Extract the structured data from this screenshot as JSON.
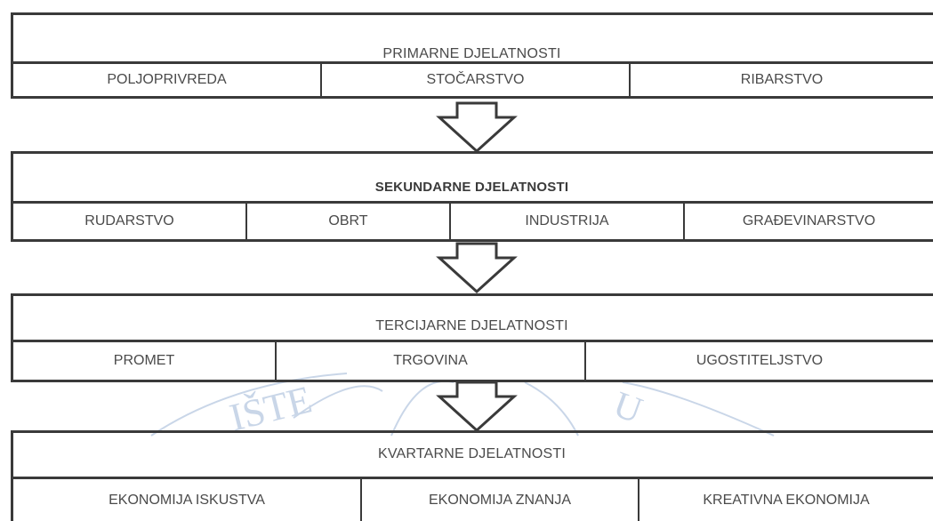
{
  "watermark": {
    "letters_left": "IŠTE",
    "letters_right": "U",
    "color": "#c9d6e8"
  },
  "levels": [
    {
      "title": "PRIMARNE DJELATNOSTI",
      "items": [
        "POLJOPRIVREDA",
        "STOČARSTVO",
        "RIBARSTVO"
      ]
    },
    {
      "title": "SEKUNDARNE DJELATNOSTI",
      "items": [
        "RUDARSTVO",
        "OBRT",
        "INDUSTRIJA",
        "GRAĐEVINARSTVO"
      ]
    },
    {
      "title": "TERCIJARNE  DJELATNOSTI",
      "items": [
        "PROMET",
        "TRGOVINA",
        "UGOSTITELJSTVO"
      ]
    },
    {
      "title": "KVARTARNE DJELATNOSTI",
      "items": [
        "EKONOMIJA ISKUSTVA",
        "EKONOMIJA ZNANJA",
        "KREATIVNA EKONOMIJA"
      ]
    }
  ],
  "colors": {
    "border": "#3a3a3a",
    "text": "#4a4a4a"
  }
}
